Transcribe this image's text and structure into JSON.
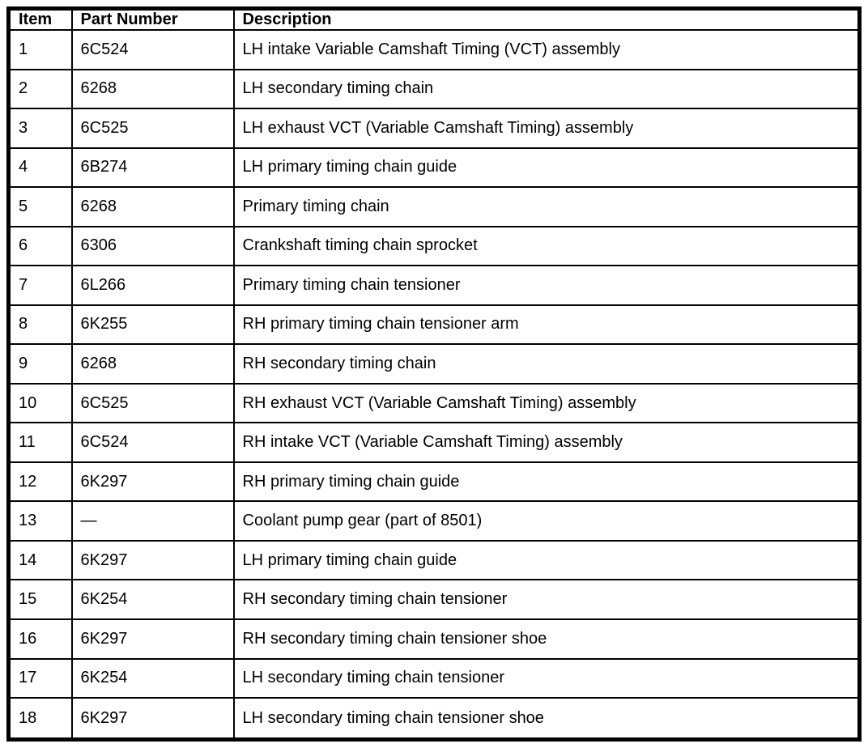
{
  "colors": {
    "background": "#ffffff",
    "border": "#000000",
    "text": "#000000"
  },
  "table": {
    "columns": [
      "Item",
      "Part Number",
      "Description"
    ],
    "rows": [
      {
        "item": "1",
        "part_number": "6C524",
        "description": "LH intake Variable Camshaft Timing (VCT) assembly"
      },
      {
        "item": "2",
        "part_number": "6268",
        "description": "LH secondary timing chain"
      },
      {
        "item": "3",
        "part_number": "6C525",
        "description": "LH exhaust VCT (Variable Camshaft Timing) assembly"
      },
      {
        "item": "4",
        "part_number": "6B274",
        "description": "LH primary timing chain guide"
      },
      {
        "item": "5",
        "part_number": "6268",
        "description": "Primary timing chain"
      },
      {
        "item": "6",
        "part_number": "6306",
        "description": "Crankshaft timing chain sprocket"
      },
      {
        "item": "7",
        "part_number": "6L266",
        "description": "Primary timing chain tensioner"
      },
      {
        "item": "8",
        "part_number": "6K255",
        "description": "RH primary timing chain tensioner arm"
      },
      {
        "item": "9",
        "part_number": "6268",
        "description": "RH secondary timing chain"
      },
      {
        "item": "10",
        "part_number": "6C525",
        "description": "RH exhaust VCT (Variable Camshaft Timing) assembly"
      },
      {
        "item": "11",
        "part_number": "6C524",
        "description": "RH intake VCT (Variable Camshaft Timing) assembly"
      },
      {
        "item": "12",
        "part_number": "6K297",
        "description": "RH primary timing chain guide"
      },
      {
        "item": "13",
        "part_number": "—",
        "description": "Coolant pump gear (part of 8501)"
      },
      {
        "item": "14",
        "part_number": "6K297",
        "description": "LH primary timing chain guide"
      },
      {
        "item": "15",
        "part_number": "6K254",
        "description": "RH secondary timing chain tensioner"
      },
      {
        "item": "16",
        "part_number": "6K297",
        "description": "RH secondary timing chain tensioner shoe"
      },
      {
        "item": "17",
        "part_number": "6K254",
        "description": "LH secondary timing chain tensioner"
      },
      {
        "item": "18",
        "part_number": "6K297",
        "description": "LH secondary timing chain tensioner shoe"
      }
    ]
  }
}
